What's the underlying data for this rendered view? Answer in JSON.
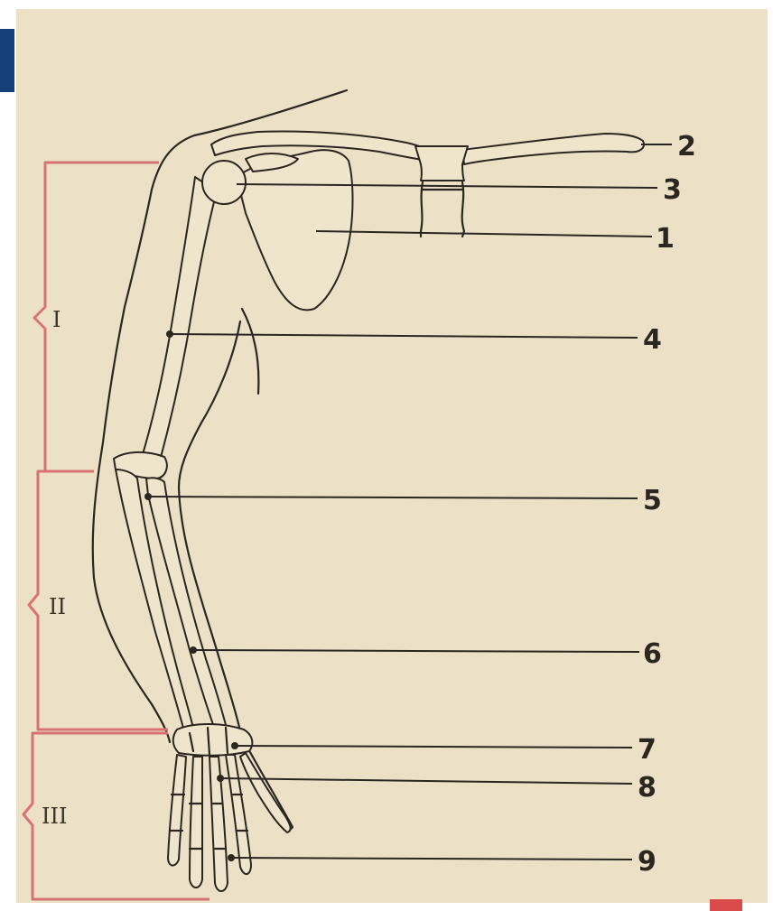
{
  "labels": [
    {
      "id": "1",
      "text": "1"
    },
    {
      "id": "2",
      "text": "2"
    },
    {
      "id": "3",
      "text": "3"
    },
    {
      "id": "4",
      "text": "4"
    },
    {
      "id": "5",
      "text": "5"
    },
    {
      "id": "6",
      "text": "6"
    },
    {
      "id": "7",
      "text": "7"
    },
    {
      "id": "8",
      "text": "8"
    },
    {
      "id": "9",
      "text": "9"
    }
  ],
  "sections": [
    {
      "id": "I",
      "text": "I"
    },
    {
      "id": "II",
      "text": "II"
    },
    {
      "id": "III",
      "text": "III"
    }
  ],
  "colors": {
    "paper": "#ece1c6",
    "ink": "#2b2620",
    "brace": "#d97272",
    "corner_tab": "#16407a",
    "corner_mark": "#d94a4a"
  }
}
